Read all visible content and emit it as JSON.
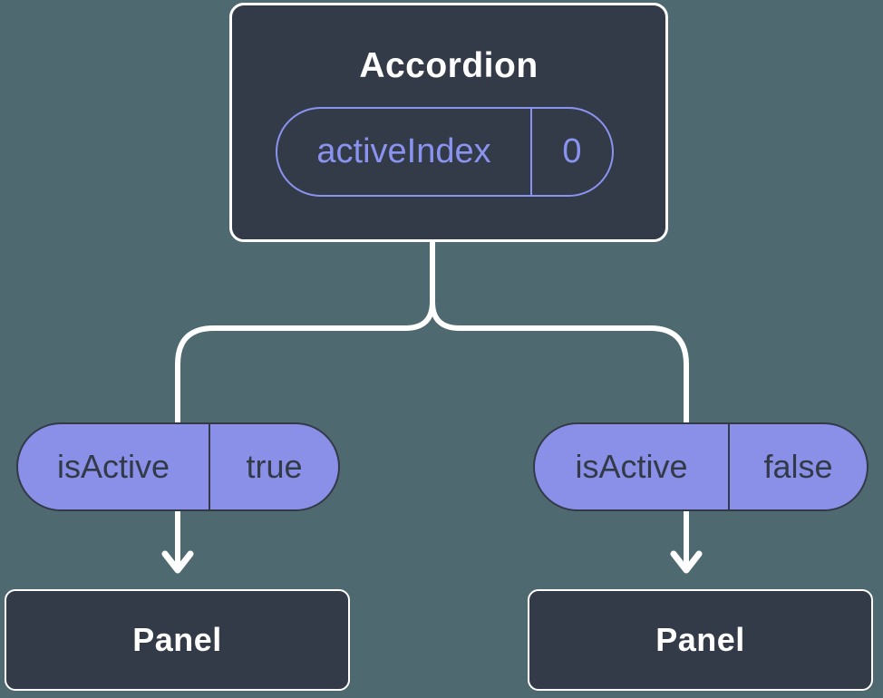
{
  "diagram": {
    "root": {
      "title": "Accordion",
      "prop_name": "activeIndex",
      "prop_value": "0"
    },
    "left_branch": {
      "state_name": "isActive",
      "state_value": "true",
      "child_title": "Panel"
    },
    "right_branch": {
      "state_name": "isActive",
      "state_value": "false",
      "child_title": "Panel"
    },
    "colors": {
      "background": "#4E6970",
      "node_fill": "#343B48",
      "node_border": "#FFFFFF",
      "node_title_text": "#FFFFFF",
      "prop_pill_accent": "#8B93F0",
      "state_pill_fill": "#8A90E8",
      "state_pill_text": "#333A47",
      "connector": "#FFFFFF"
    }
  }
}
